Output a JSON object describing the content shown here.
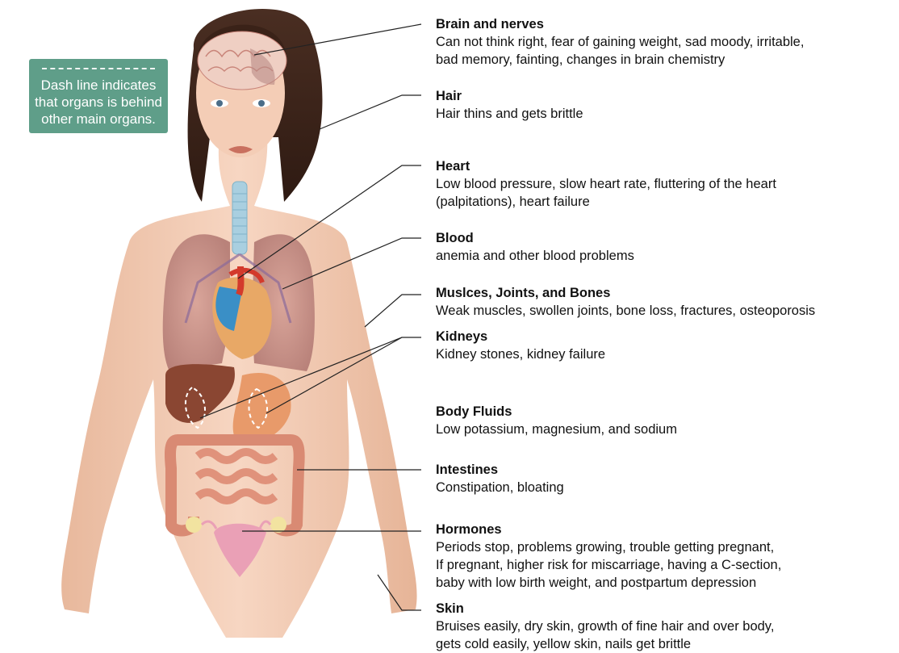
{
  "note": {
    "text": "Dash line indicates\nthat organs is behind\nother main organs."
  },
  "labels": [
    {
      "title": "Brain and nerves",
      "desc": "Can not think right, fear of gaining weight, sad moody, irritable,\nbad memory, fainting, changes in brain chemistry"
    },
    {
      "title": "Hair",
      "desc": "Hair thins and gets brittle"
    },
    {
      "title": "Heart",
      "desc": "Low blood pressure, slow heart rate, fluttering of the heart\n(palpitations), heart failure"
    },
    {
      "title": "Blood",
      "desc": "anemia and other blood problems"
    },
    {
      "title": "Muslces, Joints, and Bones",
      "desc": "Weak muscles, swollen joints, bone loss, fractures, osteoporosis"
    },
    {
      "title": "Kidneys",
      "desc": "Kidney stones, kidney failure"
    },
    {
      "title": "Body Fluids",
      "desc": "Low potassium, magnesium, and sodium"
    },
    {
      "title": "Intestines",
      "desc": "Constipation, bloating"
    },
    {
      "title": "Hormones",
      "desc": "Periods stop, problems growing, trouble getting pregnant,\nIf pregnant, higher risk for miscarriage, having a C-section,\nbaby with low birth weight, and postpartum depression"
    },
    {
      "title": "Skin",
      "desc": "Bruises easily, dry skin, growth of fine hair and over body,\ngets cold easily, yellow skin, nails get brittle"
    }
  ]
}
